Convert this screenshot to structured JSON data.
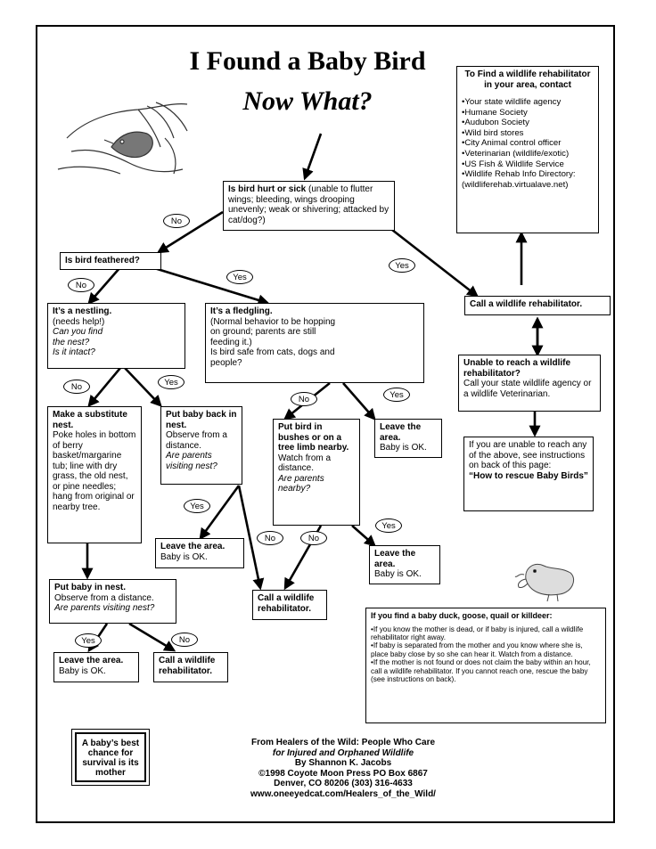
{
  "title": {
    "line1": "I Found a Baby Bird",
    "line2": "Now What?"
  },
  "nodes": {
    "hurt": {
      "heading": "Is bird hurt or sick",
      "text": " (unable to flutter wings; bleeding, wings drooping unevenly; weak or shivering; attacked by cat/dog?)"
    },
    "feathered": {
      "heading": "Is bird feathered?"
    },
    "nestling": {
      "heading": "It’s a nestling.",
      "text": "(needs help!)",
      "q1": "Can you find the nest?",
      "q2": "Is it intact?"
    },
    "fledgling": {
      "heading": "It’s a fledgling.",
      "text": "(Normal behavior to be hopping on ground; parents are still feeding it.)",
      "question": "Is bird safe from cats, dogs and people?"
    },
    "substitute_nest": {
      "heading": "Make a substitute nest.",
      "text": "Poke holes in bottom of berry basket/margarine tub; line with dry grass, the old nest, or pine needles; hang from original or nearby tree."
    },
    "put_back": {
      "heading": "Put baby back in nest.",
      "text": "Observe from a distance.",
      "question": "Are parents visiting nest?"
    },
    "put_bushes": {
      "heading": "Put bird in bushes or on a tree limb nearby.",
      "text": "Watch from a distance.",
      "question": "Are parents nearby?"
    },
    "leave_fledgling": {
      "heading": "Leave the area.",
      "text": "Baby is OK."
    },
    "leave_putback": {
      "heading": "Leave the area.",
      "text": "Baby is OK."
    },
    "leave_bushes": {
      "heading": "Leave the area.",
      "text": "Baby is OK."
    },
    "put_in_nest": {
      "heading": "Put baby in nest.",
      "text": "Observe from a distance.",
      "question": "Are parents visiting nest?"
    },
    "leave_bottom": {
      "heading": "Leave the area.",
      "text": "Baby is OK."
    },
    "call_bottom": {
      "heading": "Call a wildlife rehabilitator."
    },
    "call_middle": {
      "heading": "Call a wildlife rehabilitator."
    },
    "call_main": {
      "heading": "Call a wildlife rehabilitator."
    },
    "unable": {
      "heading": "Unable to reach a wildlife rehabilitator?",
      "text": "Call your state wildlife agency or a wildlife Veterinarian."
    },
    "instructions": {
      "text": "If you are unable to reach any of the above, see instructions on back of this page:",
      "link": "“How to rescue Baby Birds”"
    },
    "resource": {
      "heading": "To Find a wildlife rehabilitator in your area, contact",
      "items": [
        "•Your state wildlife agency",
        "•Humane Society",
        "•Audubon Society",
        "•Wild bird stores",
        "•City Animal control officer",
        "•Veterinarian (wildlife/exotic)",
        "•US Fish & Wildlife Service",
        "•Wildlife Rehab Info Directory:",
        "(wildliferehab.virtualave.net)"
      ]
    },
    "duck": {
      "heading": "If you find a baby duck, goose, quail or killdeer:",
      "items": [
        "•If you know the mother is dead, or if baby is injured, call a wildlife rehabilitator right away.",
        "•If baby is separated from the mother and you know where she is, place baby close by so she can hear it. Watch from a distance.",
        "•If the mother is not found or does not claim the baby within an hour, call a wildlife rehabilitator. If you cannot reach one, rescue the baby (see instructions on back)."
      ]
    }
  },
  "labels": {
    "no": "No",
    "yes": "Yes"
  },
  "motto": "A baby’s best chance for survival is its mother",
  "footer": {
    "line1": "From Healers of the Wild: People Who Care",
    "line2": "for Injured and Orphaned Wildlife",
    "line3": "By Shannon K. Jacobs",
    "line4": "©1998 Coyote Moon Press PO Box 6867",
    "line5": "Denver, CO 80206 (303) 316-4633",
    "line6": "www.oneeyedcat.com/Healers_of_the_Wild/"
  }
}
